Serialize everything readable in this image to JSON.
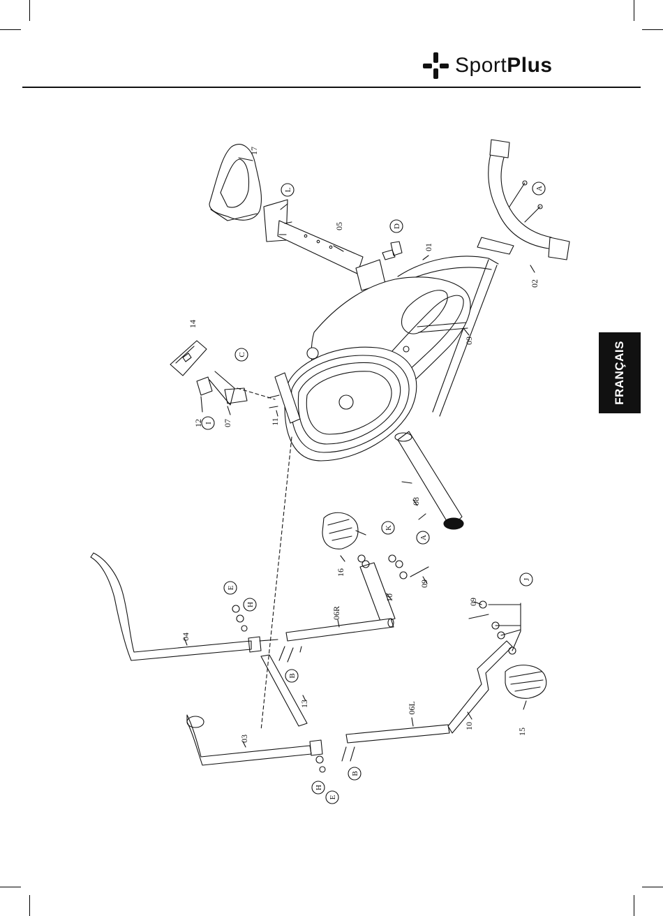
{
  "brand": {
    "name_light": "Sport",
    "name_bold": "Plus",
    "logo_icon": "cross-plus-icon"
  },
  "language_tab": {
    "label": "FRANÇAIS"
  },
  "colors": {
    "ink": "#111111",
    "paper": "#ffffff",
    "tab_bg": "#111111",
    "tab_text": "#ffffff"
  },
  "part_numbers": [
    "17",
    "05",
    "01",
    "02",
    "09",
    "14",
    "12",
    "07",
    "11",
    "08",
    "16",
    "10",
    "09",
    "06R",
    "04",
    "13",
    "03",
    "06L",
    "10",
    "15",
    "09"
  ],
  "hardware_letters": [
    "L",
    "D",
    "A",
    "C",
    "I",
    "K",
    "A",
    "E",
    "H",
    "B",
    "J",
    "H",
    "E",
    "B"
  ]
}
